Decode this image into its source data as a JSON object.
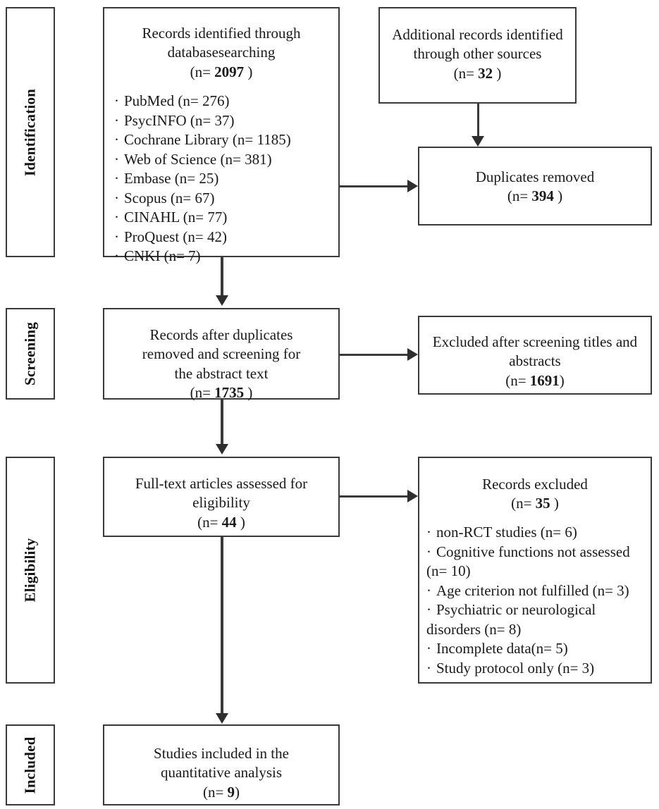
{
  "diagram": {
    "title": "PRISMA flow diagram",
    "stages": [
      {
        "id": "identification",
        "label": "Identification"
      },
      {
        "id": "screening",
        "label": "Screening"
      },
      {
        "id": "eligibility",
        "label": "Eligibility"
      },
      {
        "id": "included",
        "label": "Included"
      }
    ],
    "boxes": {
      "records_identified": {
        "line1": "Records identified through",
        "line2": "databasesearching",
        "count_prefix": "(n= ",
        "count": "2097",
        "count_suffix": "   )",
        "sources": [
          {
            "bullet": "·",
            "label": "PubMed (n= 276)"
          },
          {
            "bullet": "·",
            "label": "PsycINFO (n= 37)"
          },
          {
            "bullet": "·",
            "label": "Cochrane Library (n= 1185)"
          },
          {
            "bullet": "·",
            "label": "Web of Science (n= 381)"
          },
          {
            "bullet": "·",
            "label": "Embase (n= 25)"
          },
          {
            "bullet": "·",
            "label": "Scopus (n= 67)"
          },
          {
            "bullet": "·",
            "label": "CINAHL (n= 77)"
          },
          {
            "bullet": "·",
            "label": "ProQuest (n= 42)"
          },
          {
            "bullet": "·",
            "label": "CNKI (n= 7)"
          }
        ]
      },
      "additional_records": {
        "line1": "Additional records identified",
        "line2": "through other sources",
        "count_prefix": "(n= ",
        "count": "32",
        "count_suffix": " )"
      },
      "duplicates_removed": {
        "line1": "Duplicates removed",
        "count_prefix": "(n= ",
        "count": "394",
        "count_suffix": "  )"
      },
      "records_after_duplicates": {
        "line1": "Records after duplicates",
        "line2": "removed and screening for",
        "line3": "the abstract text",
        "count_prefix": "(n= ",
        "count": "1735",
        "count_suffix": "   )"
      },
      "excluded_screening": {
        "line1": "Excluded after screening titles and",
        "line2": "abstracts",
        "count_prefix": "(n= ",
        "count": "1691",
        "count_suffix": ")"
      },
      "fulltext_assessed": {
        "line1": "Full-text articles assessed for",
        "line2": "eligibility",
        "count_prefix": "(n= ",
        "count": "44",
        "count_suffix": " )"
      },
      "records_excluded": {
        "line1": "Records excluded",
        "count_prefix": "(n=  ",
        "count": "35",
        "count_suffix": " )",
        "reasons": [
          {
            "bullet": "·",
            "label": "non-RCT studies (n= 6)",
            "wraps": false
          },
          {
            "bullet": "·",
            "label": "Cognitive functions not assessed (n= 10)",
            "wraps": true
          },
          {
            "bullet": "·",
            "label": "Age criterion not fulfilled (n= 3)",
            "wraps": false
          },
          {
            "bullet": "·",
            "label": "Psychiatric or neurological disorders (n= 8)",
            "wraps": true
          },
          {
            "bullet": "·",
            "label": "Incomplete data(n= 5)",
            "wraps": false
          },
          {
            "bullet": "·",
            "label": "Study protocol only (n= 3)",
            "wraps": false
          }
        ]
      },
      "studies_included": {
        "line1": "Studies included in the",
        "line2": "quantitative analysis",
        "count_prefix": "(n=   ",
        "count": "9",
        "count_suffix": ")"
      }
    },
    "colors": {
      "border": "#3a3a3a",
      "arrow": "#2e2e2e",
      "text": "#1a1a1a",
      "background": "#ffffff"
    }
  }
}
